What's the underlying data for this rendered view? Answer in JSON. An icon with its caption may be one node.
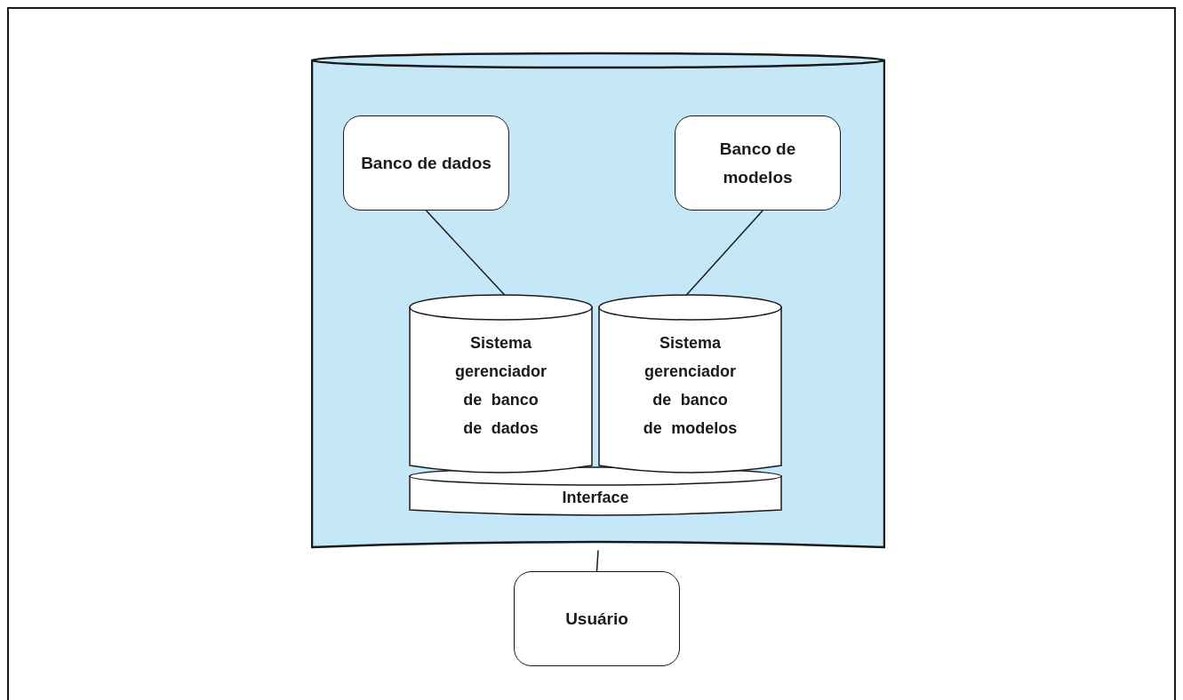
{
  "diagram": {
    "nodes": [
      {
        "text": [],
        "shape": "cylinder"
      },
      {
        "text": [
          "Banco de dados"
        ],
        "in": 0
      },
      {
        "text": [
          "Banco de modelos"
        ],
        "in": 0
      },
      {
        "text": [
          "Sistema gerenciador de banco de dados"
        ],
        "in": 0
      },
      {
        "text": [
          "Sistema gerenciador de banco de modelos"
        ],
        "in": 0
      },
      {
        "text": [
          "Interface"
        ],
        "in": 0
      },
      {
        "text": [
          "Usuário"
        ]
      }
    ],
    "edges": [
      {
        "from": 1,
        "to": 3,
        "arrow": "none"
      },
      {
        "from": 2,
        "to": 4,
        "arrow": "none"
      },
      {
        "from": 0,
        "to": 6,
        "arrow": "none"
      }
    ]
  }
}
